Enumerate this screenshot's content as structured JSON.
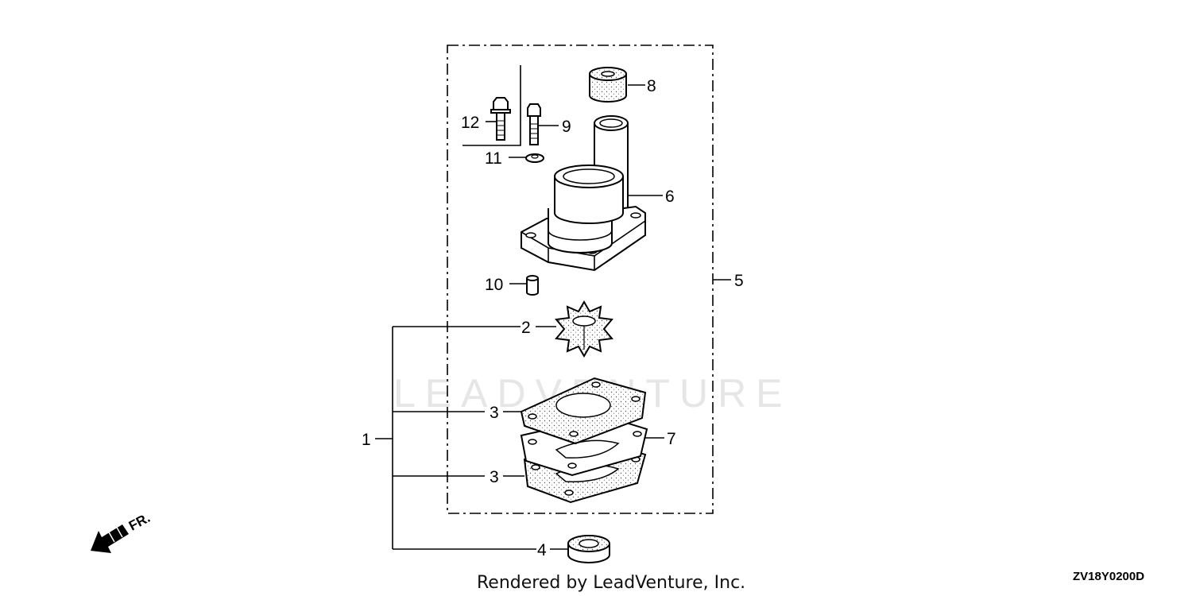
{
  "watermark": "LEADVENTURE",
  "callouts": {
    "c1": "1",
    "c2": "2",
    "c3a": "3",
    "c3b": "3",
    "c4": "4",
    "c5": "5",
    "c6": "6",
    "c7": "7",
    "c8": "8",
    "c9": "9",
    "c10": "10",
    "c11": "11",
    "c12": "12"
  },
  "front_marker": "FR.",
  "footer": "Rendered by LeadVenture, Inc.",
  "diagram_code": "ZV18Y0200D",
  "icons": {
    "front_arrow": "arrow-down-left-icon"
  }
}
